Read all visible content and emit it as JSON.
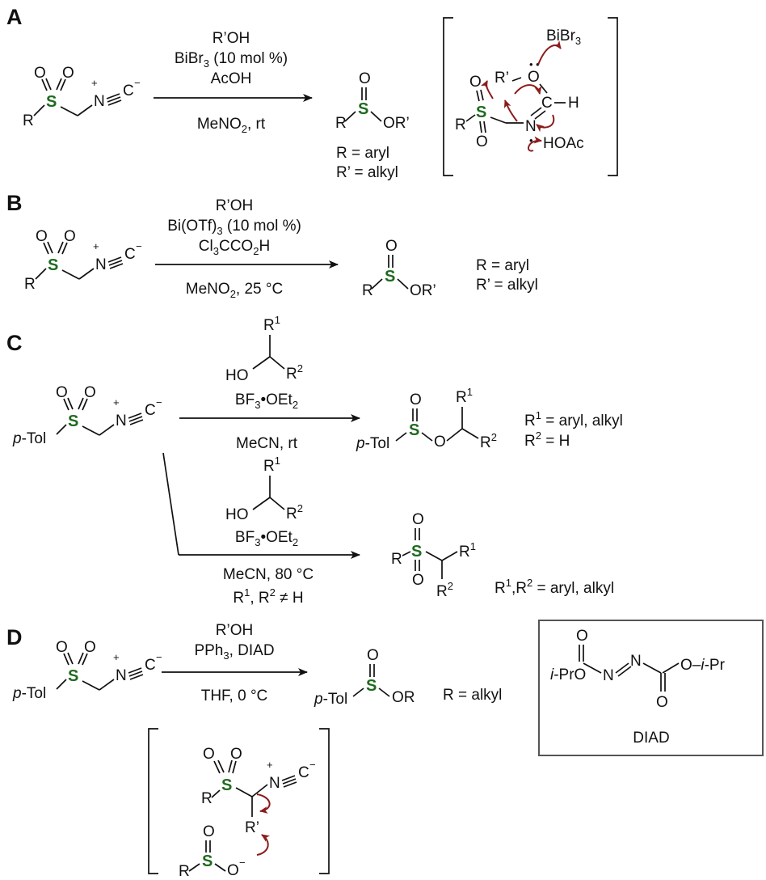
{
  "sections": {
    "A": {
      "label": "A",
      "reagents": [
        "R’OH",
        "BiBr3 (10 mol %)",
        "AcOH"
      ],
      "conditions": "MeNO2, rt",
      "product_scope": [
        "R = aryl",
        "R’ = alkyl"
      ],
      "mechanism_labels": [
        "BiBr3",
        "HOAc"
      ]
    },
    "B": {
      "label": "B",
      "reagents": [
        "R’OH",
        "Bi(OTf)3 (10 mol %)",
        "Cl3CCO2H"
      ],
      "conditions": "MeNO2, 25 °C",
      "product_scope": [
        "R = aryl",
        "R’ = alkyl"
      ]
    },
    "C": {
      "label": "C",
      "top_reagent": "BF3•OEt2",
      "top_conditions": "MeCN, rt",
      "top_scope": [
        "R1 = aryl, alkyl",
        "R2 = H"
      ],
      "bottom_reagent": "BF3•OEt2",
      "bottom_conditions": [
        "MeCN, 80 °C",
        "R1, R2 ≠ H"
      ],
      "bottom_scope": "R1,R2 = aryl, alkyl"
    },
    "D": {
      "label": "D",
      "reagents": [
        "R’OH",
        "PPh3, DIAD"
      ],
      "conditions": "THF, 0 °C",
      "product_scope": "R = alkyl",
      "box_caption": "DIAD"
    }
  },
  "colors": {
    "sulfur": "#1f6a1f",
    "curly_arrow": "#8b1c1c",
    "text": "#111111"
  }
}
